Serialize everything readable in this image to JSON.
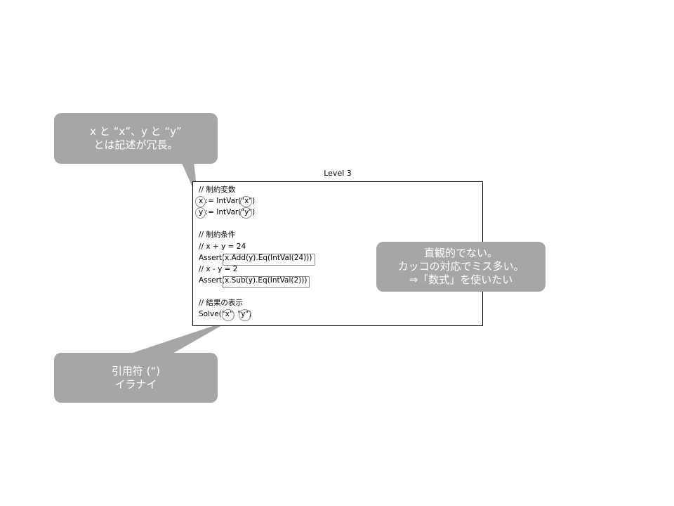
{
  "slide": {
    "code_title": "Level 3",
    "code_lines": [
      "// 制約変数",
      "x := IntVar(\"x\")",
      "y := IntVar(\"y\")",
      "",
      "// 制約条件",
      "// x + y = 24",
      "Assert(x.Add(y).Eq(IntVal(24)))",
      "// x - y = 2",
      "Assert(x.Sub(y).Eq(IntVal(2)))",
      "",
      "// 結果の表示",
      "Solve(\"x\", \"y\")"
    ],
    "callouts": {
      "redundant": {
        "line1": "x と “x”、y と “y”",
        "line2": "とは記述が冗長。"
      },
      "intuitive": {
        "line1": "直観的でない。",
        "line2": "カッコの対応でミス多い。",
        "line3": "⇒「数式」を使いたい"
      },
      "quotes": {
        "line1": "引用符 (“)",
        "line2": "イラナイ"
      }
    },
    "colors": {
      "callout_fill": "#a6a6a6",
      "highlight_stroke": "#888888",
      "code_border": "#000000"
    }
  }
}
